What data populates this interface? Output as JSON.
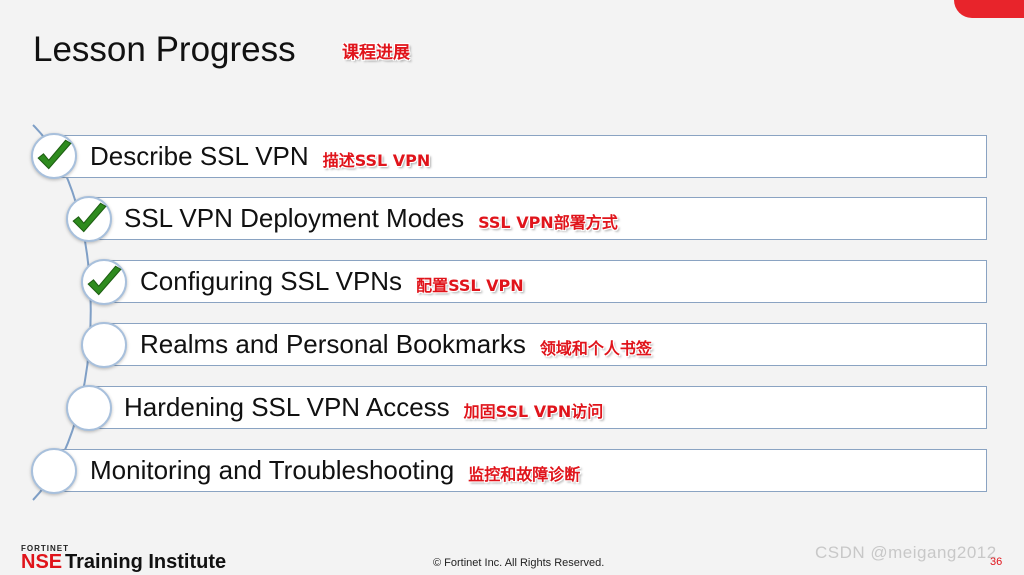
{
  "slide": {
    "title": "Lesson Progress",
    "title_cn": "课程进展",
    "accent_color": "#e8242b",
    "check_color": "#2e8b1e"
  },
  "lessons": [
    {
      "label": "Describe SSL VPN",
      "label_cn": "描述SSL VPN",
      "completed": true
    },
    {
      "label": "SSL VPN Deployment Modes",
      "label_cn": "SSL VPN部署方式",
      "completed": true
    },
    {
      "label": "Configuring SSL VPNs",
      "label_cn": "配置SSL VPN",
      "completed": true
    },
    {
      "label": "Realms and Personal Bookmarks",
      "label_cn": "领域和个人书签",
      "completed": false
    },
    {
      "label": "Hardening SSL VPN Access",
      "label_cn": "加固SSL VPN访问",
      "completed": false
    },
    {
      "label": "Monitoring and Troubleshooting",
      "label_cn": "监控和故障诊断",
      "completed": false
    }
  ],
  "footer": {
    "logo_brand": "FORTINET",
    "logo_nse": "NSE",
    "logo_training": "Training Institute",
    "copyright": "© Fortinet Inc. All Rights Reserved.",
    "watermark": "CSDN @meigang2012",
    "page_number": "36"
  },
  "icons": {
    "completed": "checkmark-icon",
    "pending": "empty-circle-icon"
  }
}
